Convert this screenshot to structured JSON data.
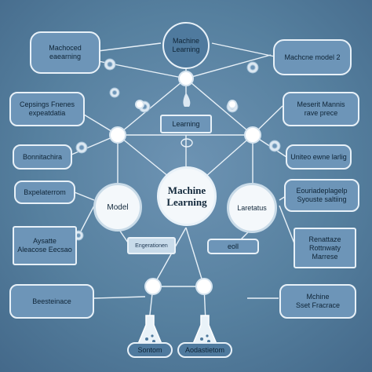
{
  "colors": {
    "background": "#56809f",
    "box_fill": "#6d95b8",
    "line": "#e8f1f8",
    "node": "#ffffff",
    "label_dark": "#0e2436"
  },
  "center": {
    "label": "Machine\nLearning"
  },
  "top_circle": {
    "label": "Machine\nLearning"
  },
  "left_circle": {
    "label": "Model"
  },
  "right_circle": {
    "label": "Laretatus"
  },
  "middle_box": {
    "label": "Learning"
  },
  "boxes": {
    "top_left": "Machoced\neaearning",
    "top_right": "Machcne model 2",
    "left_2": "Cepsings Fnenes\nexpeatdatia",
    "right_2": "Meserit Mannis\nrave prece",
    "left_3": "Bonnitachira",
    "right_3": "Uniteo ewne larlig",
    "left_4": "Bxpelaterrom",
    "right_4": "Eouriadeplagelp\nSyouste saltiing",
    "left_5": "Aysatte\nAleacose Eecsao",
    "right_5": "Renattaze\nRottnwaty\nMarrese",
    "center_low": "Engerationen",
    "center_low_right": "eoll",
    "bottom_left": "Beesteinace",
    "bottom_right": "Mchine\nSset Fracrace"
  },
  "flasks": {
    "left": "Sontom",
    "right": "Aodastietom"
  },
  "icons": [
    "gear-icon",
    "gear-icon",
    "gear-icon",
    "gear-icon",
    "gear-icon",
    "gear-icon",
    "gear-icon",
    "gear-icon",
    "flask-icon",
    "flask-icon"
  ]
}
